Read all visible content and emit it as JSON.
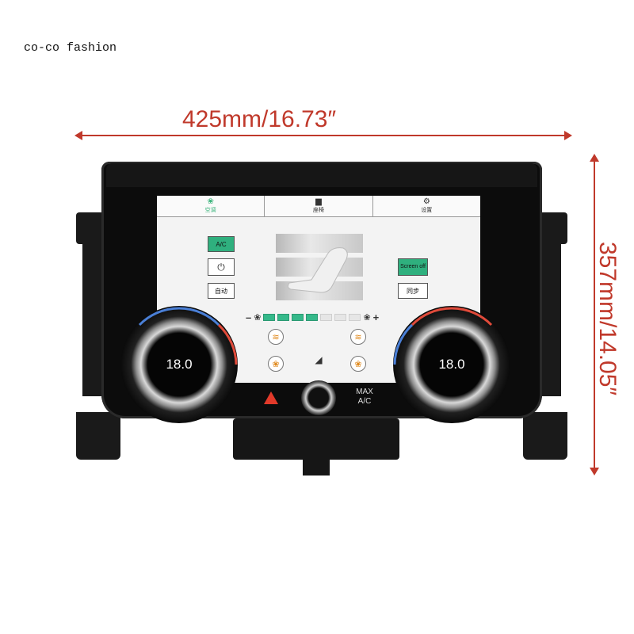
{
  "watermark": "co-co fashion",
  "dimensions": {
    "width_label": "425mm/16.73″",
    "height_label": "357mm/14.05″",
    "line_color": "#c0392b"
  },
  "screen": {
    "tabs": [
      {
        "label": "空调",
        "icon": "fan-person-icon",
        "active": true
      },
      {
        "label": "座椅",
        "icon": "seat-icon",
        "active": false
      },
      {
        "label": "设置",
        "icon": "gear-icon",
        "active": false
      }
    ],
    "ac_label": "A/C",
    "power_icon": "power-icon",
    "auto_label": "自动",
    "screen_off_label": "Screen off",
    "sync_label": "同步",
    "fan": {
      "minus": "–",
      "plus": "+",
      "level": 4,
      "max": 8
    },
    "accent_color": "#2fb07e"
  },
  "controls": {
    "left_temp": "18.0",
    "right_temp": "18.0",
    "max_ac_line1": "MAX",
    "max_ac_line2": "A/C"
  }
}
